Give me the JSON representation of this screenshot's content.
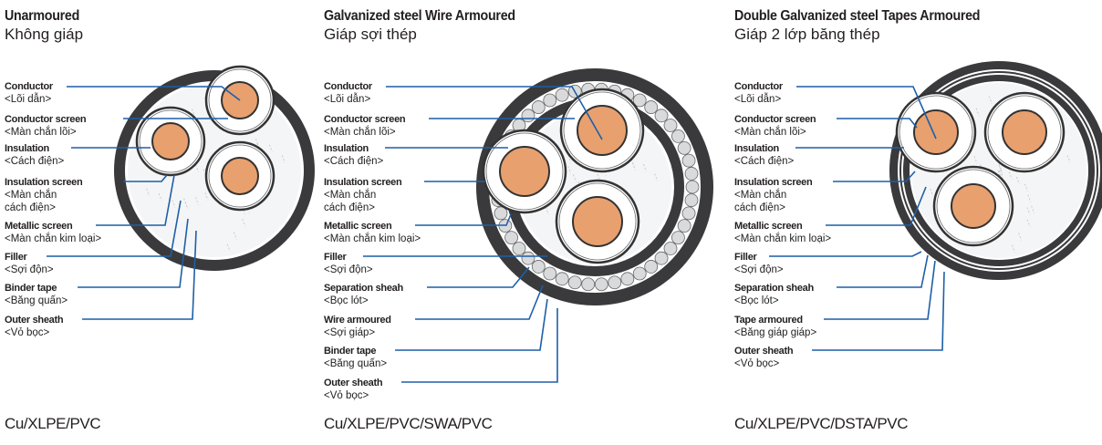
{
  "panels": [
    {
      "title": "Unarmoured",
      "subtitle": "Không giáp",
      "code": "Cu/XLPE/PVC",
      "labels": [
        {
          "en": "Conductor",
          "vi": "<Lõi dẫn>"
        },
        {
          "en": "Conductor screen",
          "vi": "<Màn chắn lõi>"
        },
        {
          "en": "Insulation",
          "vi": "<Cách điện>"
        },
        {
          "en": "Insulation screen",
          "vi": "<Màn chắn cách điện>"
        },
        {
          "en": "Metallic screen",
          "vi": "<Màn chắn kim loại>"
        },
        {
          "en": "Filler",
          "vi": "<Sợi độn>"
        },
        {
          "en": "Binder tape",
          "vi": "<Băng quấn>"
        },
        {
          "en": "Outer sheath",
          "vi": "<Vỏ bọc>"
        }
      ]
    },
    {
      "title": "Galvanized steel Wire Armoured",
      "subtitle": "Giáp sợi thép",
      "code": "Cu/XLPE/PVC/SWA/PVC",
      "labels": [
        {
          "en": "Conductor",
          "vi": "<Lõi dẫn>"
        },
        {
          "en": "Conductor screen",
          "vi": "<Màn chắn lõi>"
        },
        {
          "en": "Insulation",
          "vi": "<Cách điện>"
        },
        {
          "en": "Insulation screen",
          "vi": "<Màn chắn cách điện>"
        },
        {
          "en": "Metallic screen",
          "vi": "<Màn chắn kim loại>"
        },
        {
          "en": "Filler",
          "vi": "<Sợi độn>"
        },
        {
          "en": "Separation sheah",
          "vi": "<Bọc lót>"
        },
        {
          "en": "Wire armoured",
          "vi": "<Sợi giáp>"
        },
        {
          "en": "Binder tape",
          "vi": "<Băng quấn>"
        },
        {
          "en": "Outer sheath",
          "vi": "<Vỏ bọc>"
        }
      ]
    },
    {
      "title": "Double Galvanized steel Tapes Armoured",
      "subtitle": "Giáp 2 lớp băng thép",
      "code": "Cu/XLPE/PVC/DSTA/PVC",
      "labels": [
        {
          "en": "Conductor",
          "vi": "<Lõi dẫn>"
        },
        {
          "en": "Conductor screen",
          "vi": "<Màn chắn lõi>"
        },
        {
          "en": "Insulation",
          "vi": "<Cách điện>"
        },
        {
          "en": "Insulation screen",
          "vi": "<Màn chắn cách điện>"
        },
        {
          "en": "Metallic screen",
          "vi": "<Màn chắn kim loại>"
        },
        {
          "en": "Filler",
          "vi": "<Sợi độn>"
        },
        {
          "en": "Separation  sheah",
          "vi": "<Bọc lót>"
        },
        {
          "en": "Tape armoured",
          "vi": "<Băng giáp giáp>"
        },
        {
          "en": "Outer sheath",
          "vi": "<Vỏ bọc>"
        }
      ]
    }
  ],
  "colors": {
    "conductor": "#e8a06e",
    "sheath": "#3a3a3c",
    "leader": "#1d5fa8",
    "insulation": "#ffffff",
    "armour_wire": "#d9dadb"
  }
}
